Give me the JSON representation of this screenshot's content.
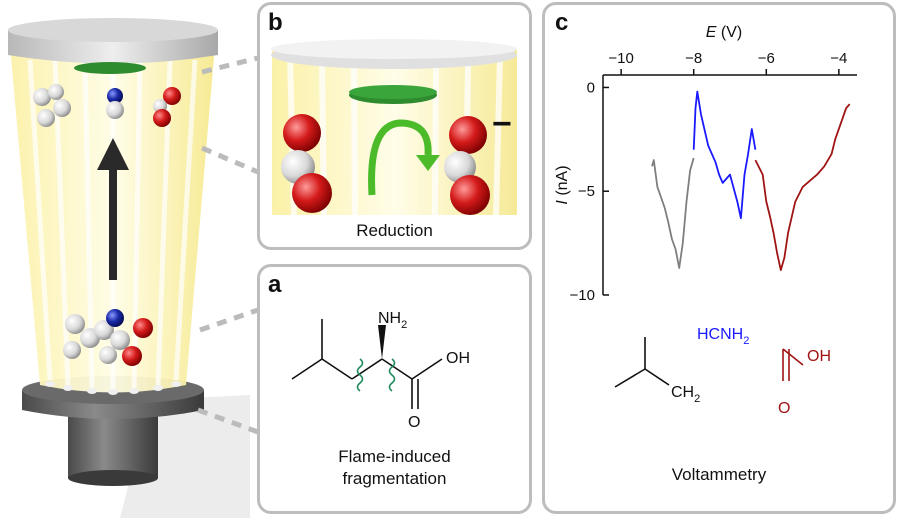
{
  "panel_b": {
    "label": "b",
    "caption": "Reduction",
    "charge": "−"
  },
  "panel_a": {
    "label": "a",
    "caption_line1": "Flame-induced",
    "caption_line2": "fragmentation",
    "group_nh2_main": "NH",
    "group_nh2_sub": "2",
    "group_oh": "OH",
    "group_o": "O"
  },
  "panel_c": {
    "label": "c",
    "caption": "Voltammetry",
    "frag_formamide_main": "HCNH",
    "frag_formamide_sub": "2",
    "frag_isobutyl_main": "CH",
    "frag_isobutyl_sub": "2",
    "frag_formyl_oh": "OH",
    "frag_formyl_o": "O"
  },
  "colors": {
    "gray_series": "#7f7f7f",
    "blue_series": "#1a1aff",
    "red_series": "#a01414",
    "green_plate": "#2e8b2e",
    "oxygen_red": "#cc1111",
    "nitrogen_blue": "#1a2aa8",
    "panel_border": "#bdbdbd",
    "flame_yellow": "#fdf4b0"
  },
  "chart_data": {
    "type": "line",
    "x_label": "E (V)",
    "x_label_italic": "E",
    "x_label_unit": "(V)",
    "y_label": "I (nA)",
    "y_label_italic": "I",
    "y_label_unit": "(nA)",
    "x_axis_position": "top",
    "xlim": [
      -10.5,
      -3.5
    ],
    "ylim": [
      -10,
      0.6
    ],
    "x_ticks": [
      -10,
      -8,
      -6,
      -4
    ],
    "x_tick_labels": [
      "−10",
      "−8",
      "−6",
      "−4"
    ],
    "y_ticks": [
      0,
      -5,
      -10
    ],
    "y_tick_labels": [
      "0",
      "−5",
      "−10"
    ],
    "grid": false,
    "series": [
      {
        "color": "gray",
        "x": [
          -9.15,
          -9.1,
          -9.0,
          -8.9,
          -8.8,
          -8.7,
          -8.6,
          -8.5,
          -8.4,
          -8.3,
          -8.2,
          -8.1,
          -8.0
        ],
        "y": [
          -3.8,
          -3.5,
          -4.8,
          -5.3,
          -5.8,
          -6.5,
          -7.3,
          -7.8,
          -8.7,
          -7.5,
          -5.5,
          -4.0,
          -3.4
        ]
      },
      {
        "color": "blue",
        "x": [
          -8.0,
          -7.95,
          -7.9,
          -7.8,
          -7.6,
          -7.4,
          -7.3,
          -7.2,
          -7.0,
          -6.8,
          -6.7,
          -6.6,
          -6.5,
          -6.4,
          -6.3
        ],
        "y": [
          -3.0,
          -1.0,
          -0.2,
          -1.3,
          -2.8,
          -3.6,
          -4.2,
          -4.6,
          -4.2,
          -5.5,
          -6.3,
          -4.2,
          -3.2,
          -2.0,
          -3.0
        ]
      },
      {
        "color": "red",
        "x": [
          -6.3,
          -6.1,
          -6.0,
          -5.9,
          -5.8,
          -5.7,
          -5.6,
          -5.5,
          -5.4,
          -5.2,
          -5.0,
          -4.8,
          -4.6,
          -4.4,
          -4.2,
          -4.1,
          -3.9,
          -3.8,
          -3.7
        ],
        "y": [
          -3.5,
          -4.2,
          -5.5,
          -6.2,
          -7.0,
          -8.0,
          -8.8,
          -8.2,
          -7.0,
          -5.5,
          -4.8,
          -4.5,
          -4.2,
          -3.8,
          -3.2,
          -2.5,
          -1.5,
          -1.0,
          -0.8
        ]
      }
    ]
  }
}
